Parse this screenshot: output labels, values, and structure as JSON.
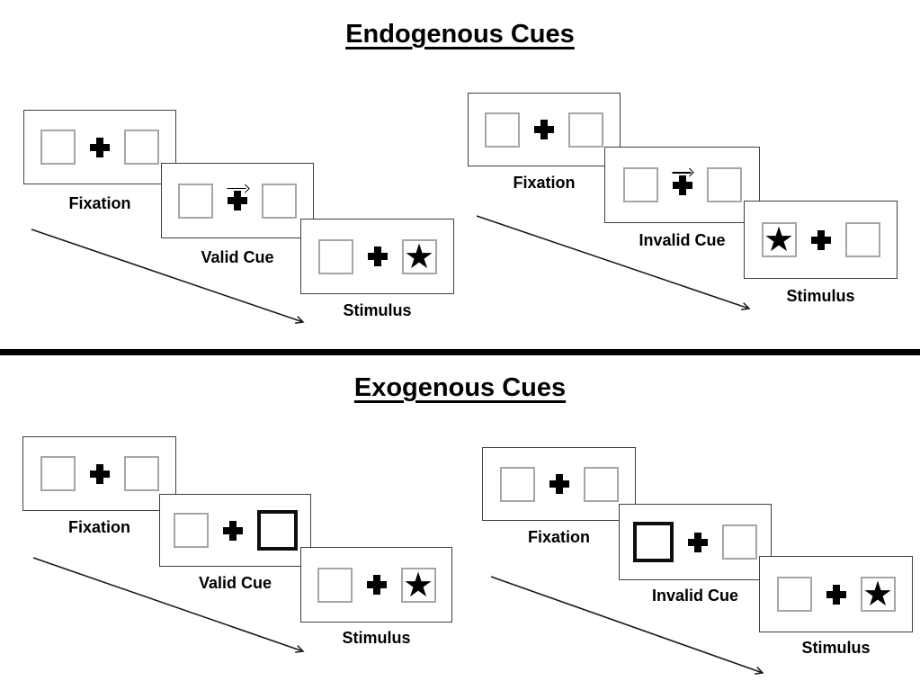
{
  "sections": [
    {
      "title": "Endogenous Cues",
      "groups": [
        {
          "name": "endogenous-valid",
          "panels": [
            {
              "label": "Fixation",
              "left": "plain",
              "right": "plain",
              "arrow": false
            },
            {
              "label": "Valid Cue",
              "left": "plain",
              "right": "plain",
              "arrow": true
            },
            {
              "label": "Stimulus",
              "left": "plain",
              "right": "star",
              "arrow": false
            }
          ]
        },
        {
          "name": "endogenous-invalid",
          "panels": [
            {
              "label": "Fixation",
              "left": "plain",
              "right": "plain",
              "arrow": false
            },
            {
              "label": "Invalid Cue",
              "left": "plain",
              "right": "plain",
              "arrow": true
            },
            {
              "label": "Stimulus",
              "left": "star",
              "right": "plain",
              "arrow": false
            }
          ]
        }
      ]
    },
    {
      "title": "Exogenous Cues",
      "groups": [
        {
          "name": "exogenous-valid",
          "panels": [
            {
              "label": "Fixation",
              "left": "plain",
              "right": "plain",
              "arrow": false
            },
            {
              "label": "Valid Cue",
              "left": "plain",
              "right": "cue",
              "arrow": false
            },
            {
              "label": "Stimulus",
              "left": "plain",
              "right": "star",
              "arrow": false
            }
          ]
        },
        {
          "name": "exogenous-invalid",
          "panels": [
            {
              "label": "Fixation",
              "left": "plain",
              "right": "plain",
              "arrow": false
            },
            {
              "label": "Invalid Cue",
              "left": "cue",
              "right": "plain",
              "arrow": false
            },
            {
              "label": "Stimulus",
              "left": "plain",
              "right": "star",
              "arrow": false
            }
          ]
        }
      ]
    }
  ],
  "icons": {
    "star": "★",
    "cue_arrow": "→",
    "fixation_cross": "+"
  },
  "colors": {
    "background": "#ffffff",
    "ink": "#000000",
    "panel_border": "#3f3f3f",
    "placeholder_border": "#a6a6a6"
  }
}
